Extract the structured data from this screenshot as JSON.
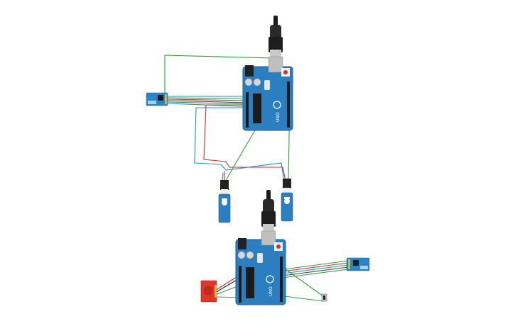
{
  "canvas": {
    "background": "#ffffff",
    "components": [
      {
        "id": "arduino-top",
        "type": "Arduino Uno R3",
        "logo_text": "UNO"
      },
      {
        "id": "arduino-bottom",
        "type": "Arduino Uno R3",
        "logo_text": "UNO"
      },
      {
        "id": "rf-module-top",
        "type": "nRF24L01 radio module"
      },
      {
        "id": "rf-module-bottom",
        "type": "nRF24L01 radio module"
      },
      {
        "id": "servo-left",
        "type": "Micro servo"
      },
      {
        "id": "servo-right",
        "type": "Micro servo"
      },
      {
        "id": "joystick-module",
        "type": "Joystick module"
      },
      {
        "id": "push-button",
        "type": "Pushbutton"
      },
      {
        "id": "usb-cable-top",
        "type": "USB cable"
      },
      {
        "id": "usb-cable-bottom",
        "type": "USB cable"
      }
    ],
    "wire_colors": {
      "green": "#2ea043",
      "red": "#d12b2b",
      "blue": "#1f8fc9",
      "black": "#222222"
    },
    "board_color": "#2b7fc0",
    "module_color": "#2a86c8",
    "joystick_color": "#e0352b"
  }
}
